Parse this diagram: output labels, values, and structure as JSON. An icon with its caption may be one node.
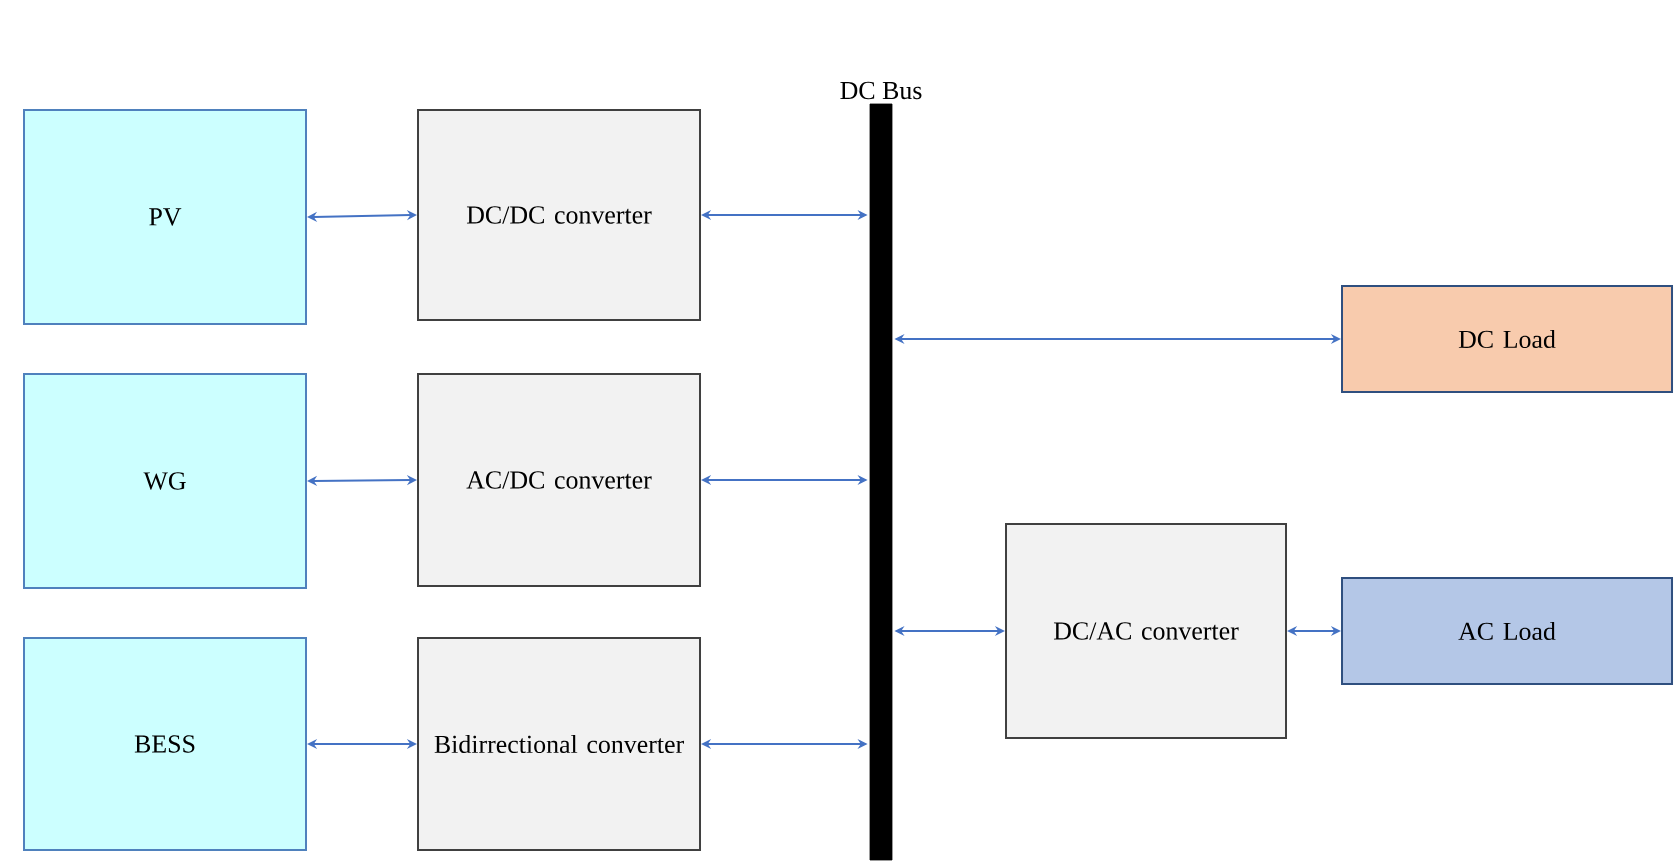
{
  "diagram": {
    "nodes": [
      {
        "text": [
          "PV"
        ]
      },
      {
        "text": [
          "WG"
        ]
      },
      {
        "text": [
          "BESS"
        ]
      },
      {
        "text": [
          "DC/DC converter"
        ]
      },
      {
        "text": [
          "AC/DC converter"
        ]
      },
      {
        "text": [
          "Bidirrectional converter"
        ]
      },
      {
        "text": [
          "DC Bus"
        ]
      },
      {
        "text": [
          "DC Load"
        ]
      },
      {
        "text": [
          "DC/AC converter"
        ]
      },
      {
        "text": [
          "AC Load"
        ]
      }
    ],
    "edges": [
      {
        "from": 0,
        "to": 3,
        "arrow": "both"
      },
      {
        "from": 3,
        "to": 6,
        "arrow": "both"
      },
      {
        "from": 1,
        "to": 4,
        "arrow": "both"
      },
      {
        "from": 4,
        "to": 6,
        "arrow": "both"
      },
      {
        "from": 2,
        "to": 5,
        "arrow": "both"
      },
      {
        "from": 5,
        "to": 6,
        "arrow": "both"
      },
      {
        "from": 6,
        "to": 7,
        "arrow": "both"
      },
      {
        "from": 6,
        "to": 8,
        "arrow": "both"
      },
      {
        "from": 8,
        "to": 9,
        "arrow": "both"
      }
    ]
  }
}
